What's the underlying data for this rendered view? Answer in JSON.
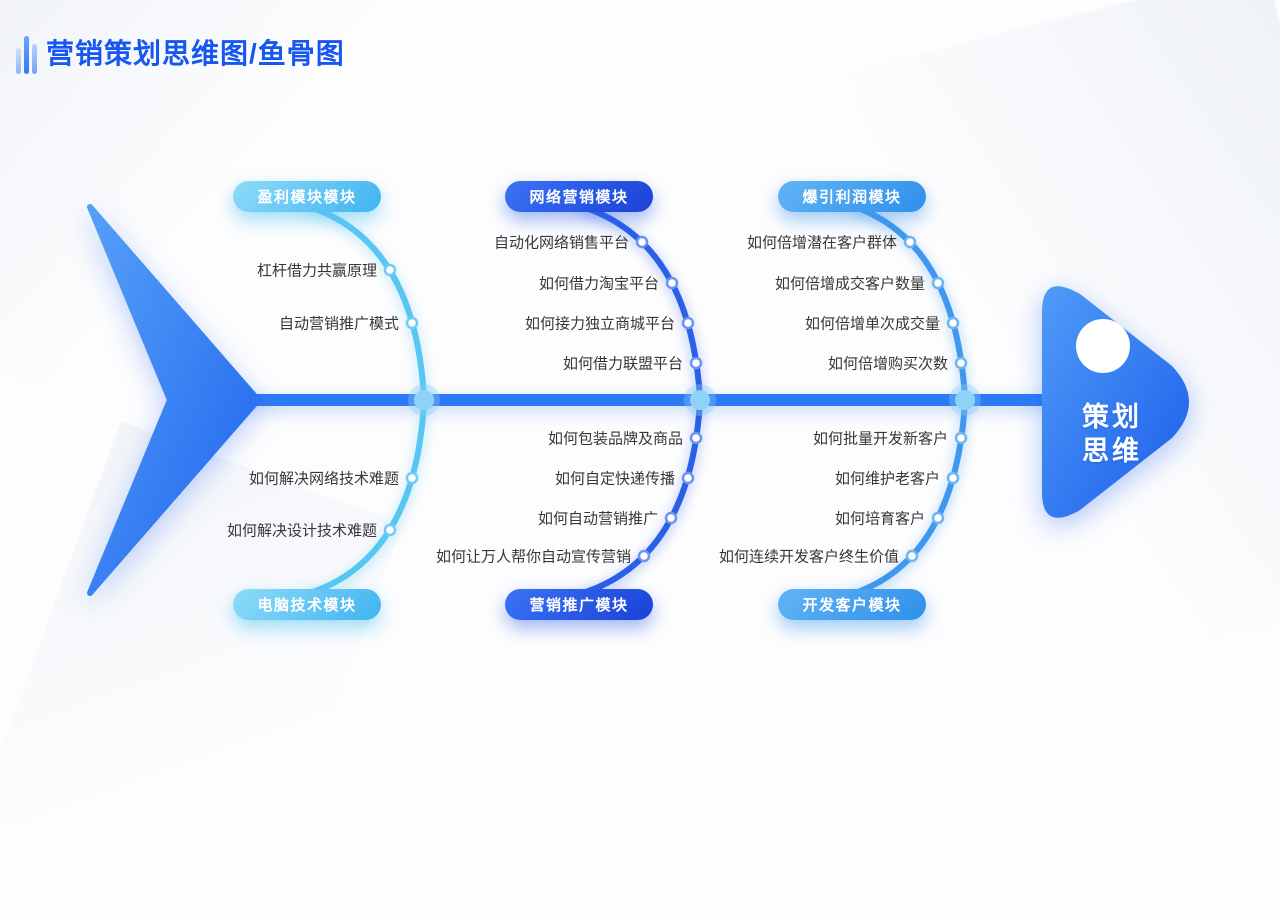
{
  "slide": {
    "title": "营销策划思维图/鱼骨图",
    "header_icon": "vertical-bars"
  },
  "fish_head": {
    "label_lines": [
      "策划",
      "思维"
    ]
  },
  "branches": {
    "top_left": {
      "label": "盈利模块模块",
      "items": [
        "杠杆借力共赢原理",
        "自动营销推广模式"
      ]
    },
    "bottom_left": {
      "label": "电脑技术模块",
      "items": [
        "如何解决网络技术难题",
        "如何解决设计技术难题"
      ]
    },
    "top_middle": {
      "label": "网络营销模块",
      "items": [
        "自动化网络销售平台",
        "如何借力淘宝平台",
        "如何接力独立商城平台",
        "如何借力联盟平台"
      ]
    },
    "bottom_middle": {
      "label": "营销推广模块",
      "items": [
        "如何包装品牌及商品",
        "如何自定快递传播",
        "如何自动营销推广",
        "如何让万人帮你自动宣传营销"
      ]
    },
    "top_right": {
      "label": "爆引利润模块",
      "items": [
        "如何倍增潜在客户群体",
        "如何倍增成交客户数量",
        "如何倍增单次成交量",
        "如何倍增购买次数"
      ]
    },
    "bottom_right": {
      "label": "开发客户模块",
      "items": [
        "如何批量开发新客户",
        "如何维护老客户",
        "如何培育客户",
        "如何连续开发客户终生价值"
      ]
    }
  },
  "colors": {
    "title_blue": "#1757f0",
    "spine_blue": "#2e7af5",
    "left_branch_blue": "#58c6f3",
    "middle_branch_blue": "#2b5fe8",
    "right_branch_blue": "#3e98ef"
  }
}
